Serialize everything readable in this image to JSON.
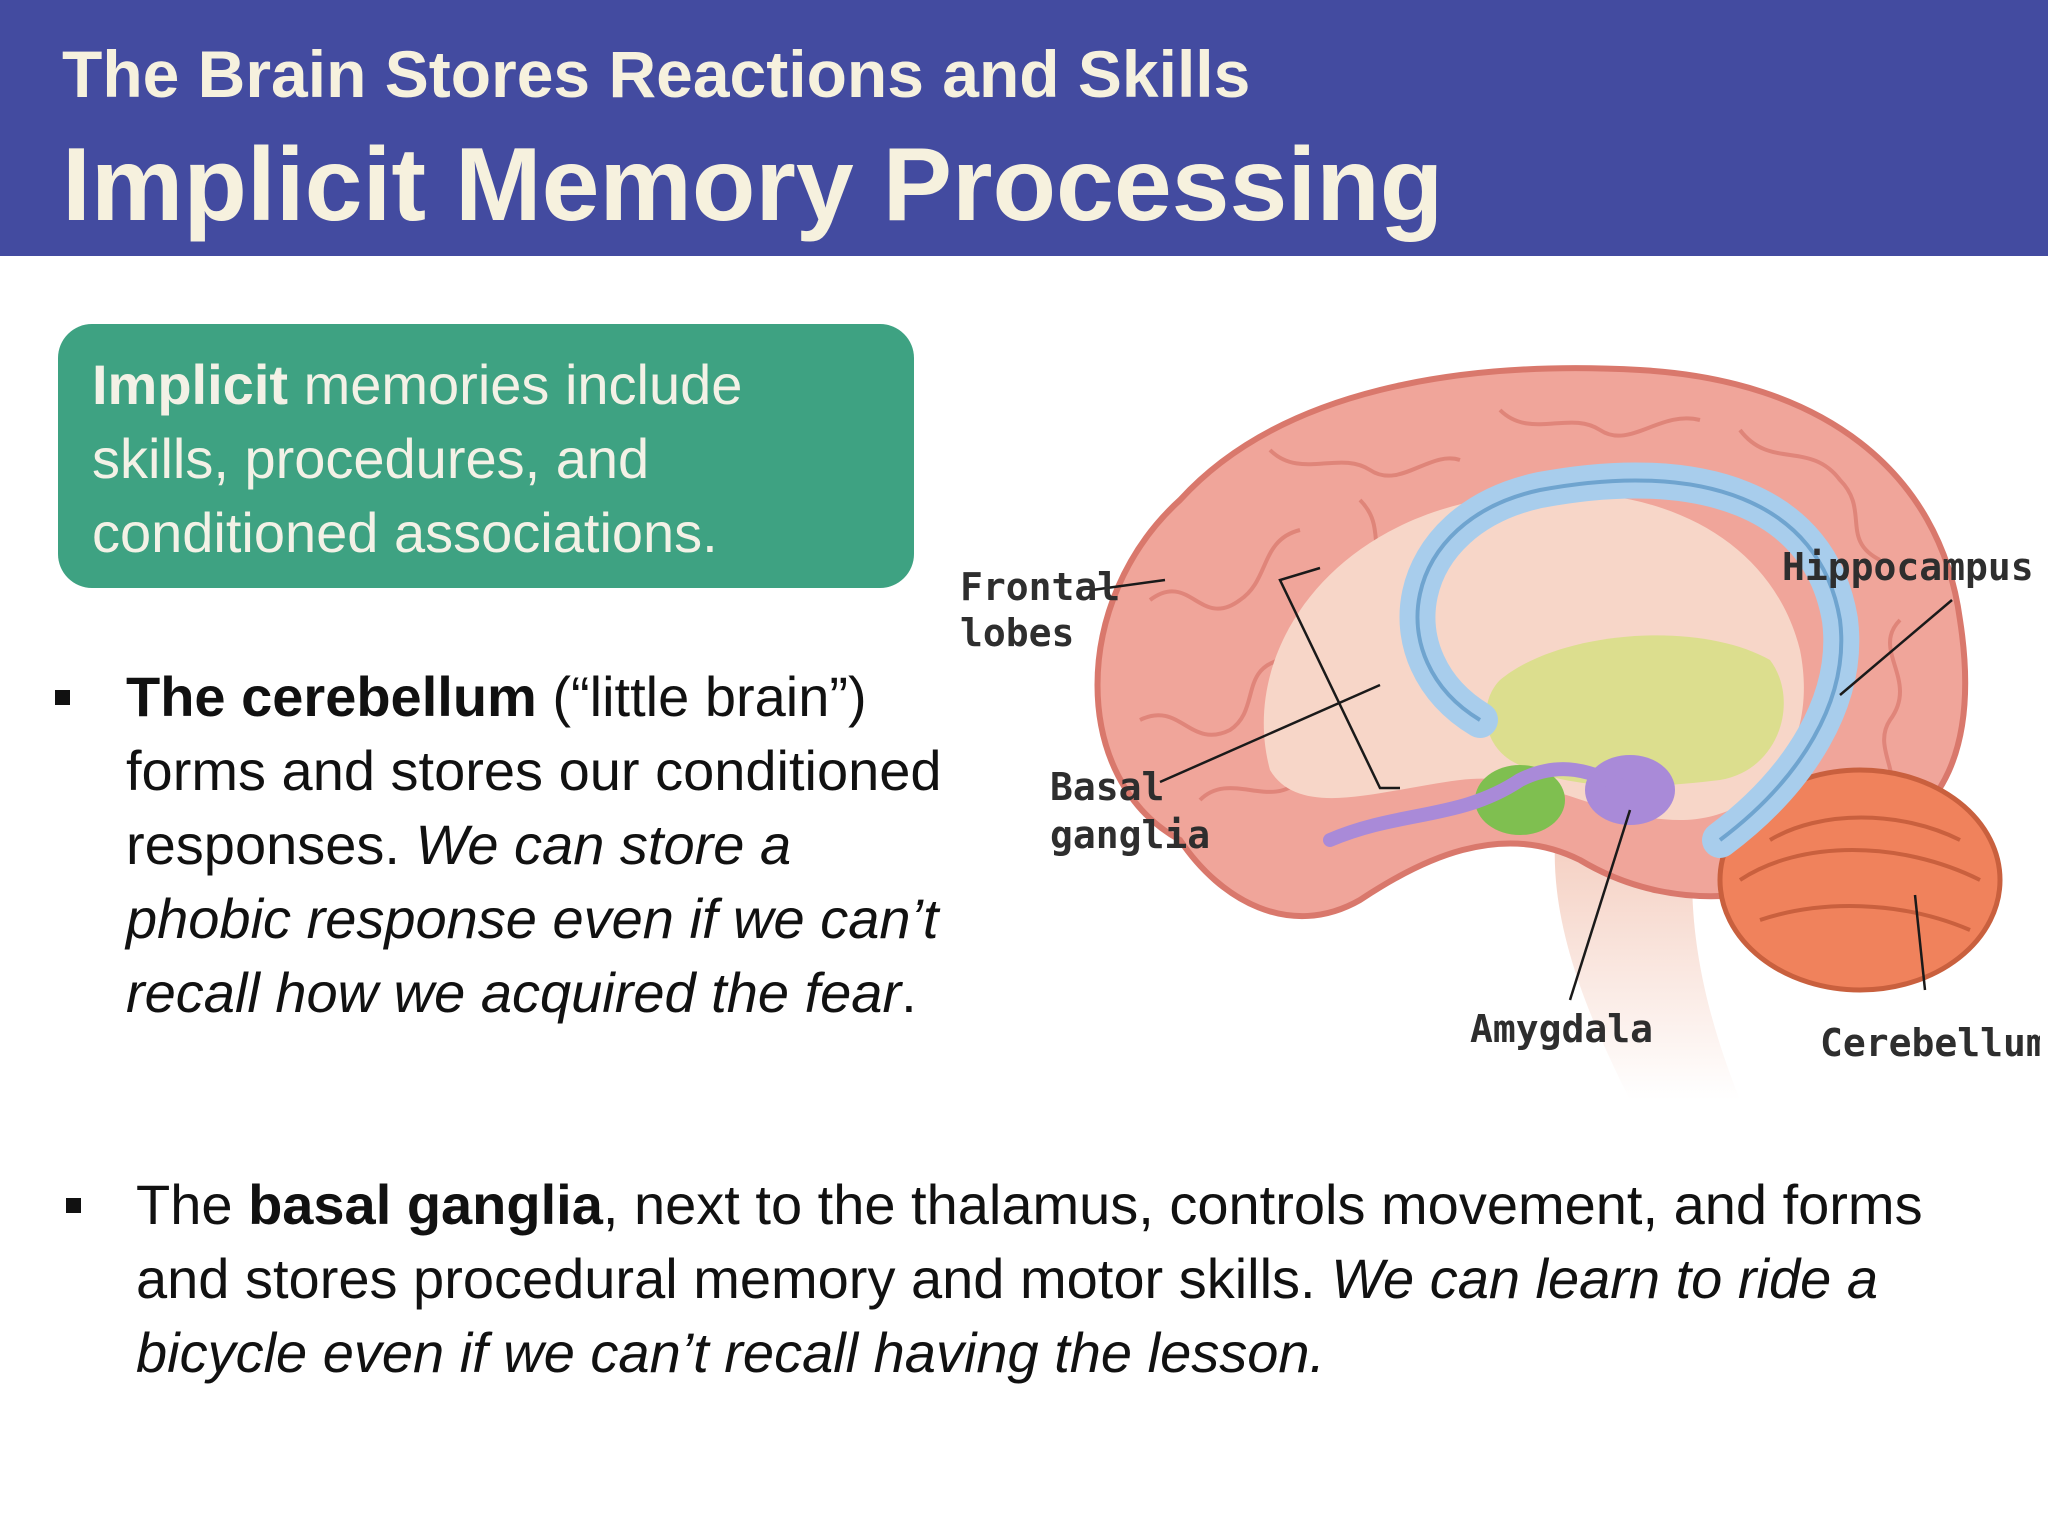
{
  "header": {
    "subtitle": "The Brain Stores Reactions and Skills",
    "title": "Implicit Memory Processing",
    "background_color": "#434ba0",
    "text_color": "#f6f1de"
  },
  "callout": {
    "bold_text": "Implicit",
    "text": " memories include skills, procedures, and conditioned associations.",
    "background_color": "#3ea282"
  },
  "bullets": [
    {
      "bold": "The cerebellum",
      "text": " (“little brain”) forms and stores our conditioned responses. ",
      "italic": "We can store a phobic response even if we can’t recall how we acquired the fear",
      "end": "."
    },
    {
      "lead": "The ",
      "bold": "basal ganglia",
      "text": ", next to the thalamus, controls movement, and forms and stores procedural memory and motor skills. ",
      "italic": "We can learn to ride a bicycle even if we can’t recall having the lesson."
    }
  ],
  "diagram": {
    "labels": {
      "frontal_1": "Frontal",
      "frontal_2": "lobes",
      "basal_1": "Basal",
      "basal_2": "ganglia",
      "hippocampus": "Hippocampus",
      "amygdala": "Amygdala",
      "cerebellum": "Cerebellum"
    },
    "colors": {
      "cortex": "#f0a59a",
      "cortex_edge": "#d9786c",
      "inner": "#f7d6c8",
      "hippocampus": "#a8cdec",
      "basal_ganglia": "#dcde8e",
      "amygdala": "#a98ad8",
      "cerebellum": "#f0825c",
      "brainstem": "#f3c8b8"
    }
  }
}
